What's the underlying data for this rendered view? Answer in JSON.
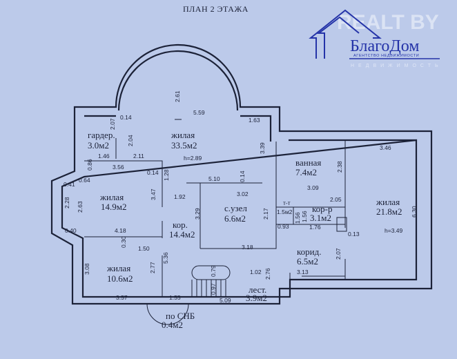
{
  "title": "ПЛАН 2 ЭТАЖА",
  "logo": {
    "realt": "REALT BY",
    "brand": "БлагоДом",
    "tagline": "АГЕНТСТВО НЕДВИЖИМОСТИ",
    "watermark": "НЕДВИЖИМОСТЬ"
  },
  "rooms": [
    {
      "name": "гардер.",
      "area": "3.0м2"
    },
    {
      "name": "жилая",
      "area": "33.5м2",
      "height": "h=2.89"
    },
    {
      "name": "жилая",
      "area": "14.9м2"
    },
    {
      "name": "кор.",
      "area": "14.4м2"
    },
    {
      "name": "с.узел",
      "area": "6.6м2"
    },
    {
      "name": "ванная",
      "area": "7.4м2"
    },
    {
      "name": "т-т",
      "area": "1.5м2"
    },
    {
      "name": "кор-р",
      "area": "3.1м2"
    },
    {
      "name": "жилая",
      "area": "21.8м2",
      "height": "h=3.49"
    },
    {
      "name": "корид.",
      "area": "6.5м2"
    },
    {
      "name": "жилая",
      "area": "10.6м2"
    },
    {
      "name": "лест.",
      "area": "3.9м2"
    },
    {
      "name": "по СНБ",
      "area": "0.4м2"
    }
  ],
  "dims": [
    "2.61",
    "5.59",
    "1.63",
    "0.14",
    "2.07",
    "2.04",
    "1.46",
    "2.11",
    "3.39",
    "0.86",
    "3.56",
    "0.14",
    "1.28",
    "5.10",
    "0.14",
    "0.41",
    "0.64",
    "2.28",
    "2.63",
    "3.47",
    "1.92",
    "3.02",
    "2.17",
    "3.29",
    "0.40",
    "4.18",
    "3.46",
    "2.38",
    "3.09",
    "2.05",
    "1.56",
    "1.56",
    "0.93",
    "1.76",
    "0.13",
    "6.30",
    "3.18",
    "2.07",
    "3.13",
    "1.02",
    "2.76",
    "0.79",
    "0.97",
    "5.09",
    "0.30",
    "1.50",
    "5.36",
    "2.77",
    "3.08",
    "3.57",
    "1.55"
  ]
}
